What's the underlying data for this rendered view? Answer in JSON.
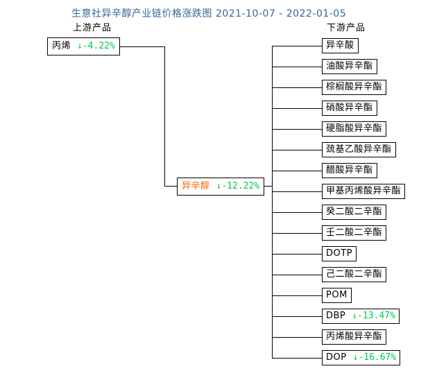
{
  "title": "生意社异辛醇产业链价格涨跌图 2021-10-07 - 2022-01-05",
  "headers": {
    "upstream": "上游产品",
    "downstream": "下游产品"
  },
  "glyphs": {
    "arrow_down": "↓"
  },
  "colors": {
    "title_text": "#336699",
    "decline_green": "#00cc44",
    "mid_node_label_orange": "#ff6600",
    "line": "#000000",
    "background": "#ffffff",
    "node_text": "#000000"
  },
  "upstream_node": {
    "label": "丙烯",
    "direction": "down",
    "change": "-4.22%"
  },
  "mid_node": {
    "label": "异辛醇",
    "direction": "down",
    "change": "-12.22%"
  },
  "downstream_nodes": [
    {
      "label": "异辛酸"
    },
    {
      "label": "油酸异辛酯"
    },
    {
      "label": "棕榈酸异辛酯"
    },
    {
      "label": "硝酸异辛酯"
    },
    {
      "label": "硬脂酸异辛酯"
    },
    {
      "label": "巯基乙酸异辛酯"
    },
    {
      "label": "醋酸异辛酯"
    },
    {
      "label": "甲基丙烯酸异辛酯"
    },
    {
      "label": "癸二酸二辛酯"
    },
    {
      "label": "壬二酸二辛酯"
    },
    {
      "label": "DOTP"
    },
    {
      "label": "己二酸二辛酯"
    },
    {
      "label": "POM"
    },
    {
      "label": "DBP",
      "direction": "down",
      "change": "-13.47%"
    },
    {
      "label": "丙烯酸异辛酯"
    },
    {
      "label": "DOP",
      "direction": "down",
      "change": "-16.67%"
    }
  ]
}
